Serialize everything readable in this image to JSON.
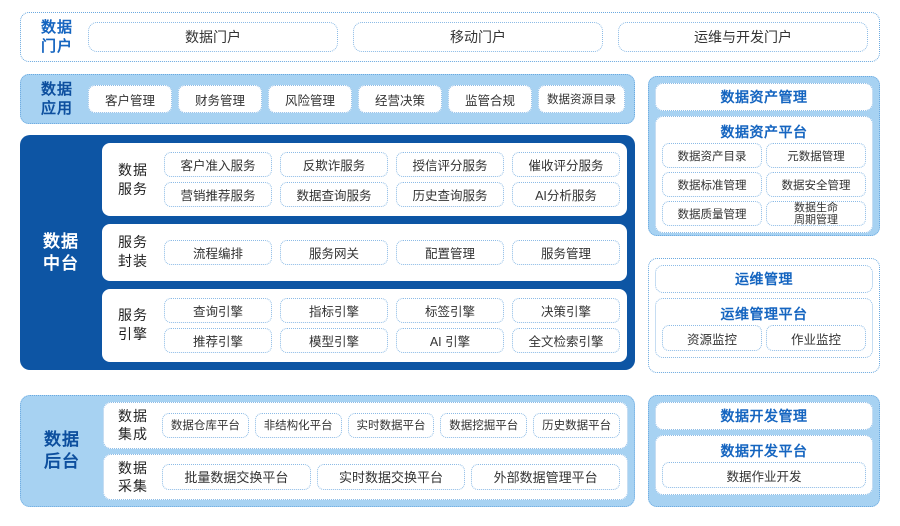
{
  "rows": {
    "portal": {
      "label_line1": "数据",
      "label_line2": "门户",
      "items": [
        "数据门户",
        "移动门户",
        "运维与开发门户"
      ]
    },
    "application": {
      "label_line1": "数据",
      "label_line2": "应用",
      "items": [
        "客户管理",
        "财务管理",
        "风险管理",
        "经营决策",
        "监管合规",
        "数据资源目录"
      ]
    },
    "middle_platform": {
      "label_line1": "数据",
      "label_line2": "中台",
      "groups": [
        {
          "label_line1": "数据",
          "label_line2": "服务",
          "rows": [
            [
              "客户准入服务",
              "反欺诈服务",
              "授信评分服务",
              "催收评分服务"
            ],
            [
              "营销推荐服务",
              "数据查询服务",
              "历史查询服务",
              "AI分析服务"
            ]
          ]
        },
        {
          "label_line1": "服务",
          "label_line2": "封装",
          "rows": [
            [
              "流程编排",
              "服务网关",
              "配置管理",
              "服务管理"
            ]
          ]
        },
        {
          "label_line1": "服务",
          "label_line2": "引擎",
          "rows": [
            [
              "查询引擎",
              "指标引擎",
              "标签引擎",
              "决策引擎"
            ],
            [
              "推荐引擎",
              "模型引擎",
              "AI 引擎",
              "全文检索引擎"
            ]
          ]
        }
      ]
    },
    "backend": {
      "label_line1": "数据",
      "label_line2": "后台",
      "groups": [
        {
          "label_line1": "数据",
          "label_line2": "集成",
          "items": [
            "数据仓库平台",
            "非结构化平台",
            "实时数据平台",
            "数据挖掘平台",
            "历史数据平台"
          ]
        },
        {
          "label_line1": "数据",
          "label_line2": "采集",
          "items": [
            "批量数据交换平台",
            "实时数据交换平台",
            "外部数据管理平台"
          ]
        }
      ]
    }
  },
  "right_column": {
    "asset": {
      "title": "数据资产管理",
      "platform_title": "数据资产平台",
      "items": [
        {
          "text": "数据资产目录",
          "line2": ""
        },
        {
          "text": "元数据管理",
          "line2": ""
        },
        {
          "text": "数据标准管理",
          "line2": ""
        },
        {
          "text": "数据安全管理",
          "line2": ""
        },
        {
          "text": "数据质量管理",
          "line2": ""
        },
        {
          "text": "数据生命",
          "line2": "周期管理"
        }
      ]
    },
    "ops": {
      "title": "运维管理",
      "platform_title": "运维管理平台",
      "items": [
        "资源监控",
        "作业监控"
      ]
    },
    "dev": {
      "title": "数据开发管理",
      "platform_title": "数据开发平台",
      "items": [
        "数据作业开发"
      ]
    }
  },
  "colors": {
    "dark_blue": "#0d55a4",
    "light_blue": "#a7d2f2",
    "accent_text": "#1565c0",
    "chip_border": "#8cbbe6",
    "band_border": "#6aa9e0",
    "white": "#ffffff"
  }
}
